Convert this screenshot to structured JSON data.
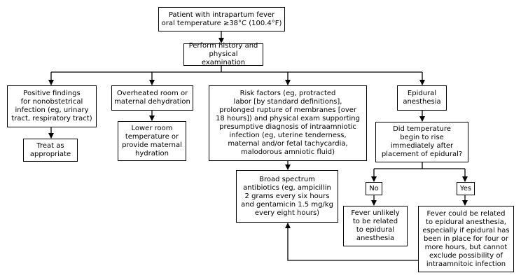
{
  "nodes": {
    "start": "Patient with intrapartum fever\noral temperature ≥38°C (100.4°F)",
    "history": "Perform history and\nphysical examination",
    "positive": "Positive findings\nfor nonobstetrical\ninfection (eg, urinary\ntract, respiratory tract)",
    "treat": "Treat as\nappropriate",
    "overheated": "Overheated room or\nmaternal dehydration",
    "lower_room": "Lower room\ntemperature or\nprovide maternal\nhydration",
    "risk": "Risk factors (eg, protracted\nlabor [by standard definitions],\nprolonged rupture of membranes [over\n18 hours]) and physical exam supporting\npresumptive diagnosis of intraamniotic\ninfection (eg, uterine tenderness,\nmaternal and/or fetal tachycardia,\nmalodorous amniotic fluid)",
    "antibiotics": "Broad spectrum\nantibiotics (eg, ampicillin\n2 grams every six hours\nand gentamicin 1.5 mg/kg\nevery eight hours)",
    "epidural": "Epidural\nanesthesia",
    "question": "Did temperature\nbegin to rise\nimmediately after\nplacement of epidural?",
    "no": "No",
    "yes": "Yes",
    "unlikely": "Fever unlikely\nto be related\nto epidural\nanesthesia",
    "could": "Fever could be related\nto epidural anesthesia,\nespecially if epidural has\nbeen in place for four or\nmore hours, but cannot\nexclude possibility of\nintraamnitoic infection"
  }
}
